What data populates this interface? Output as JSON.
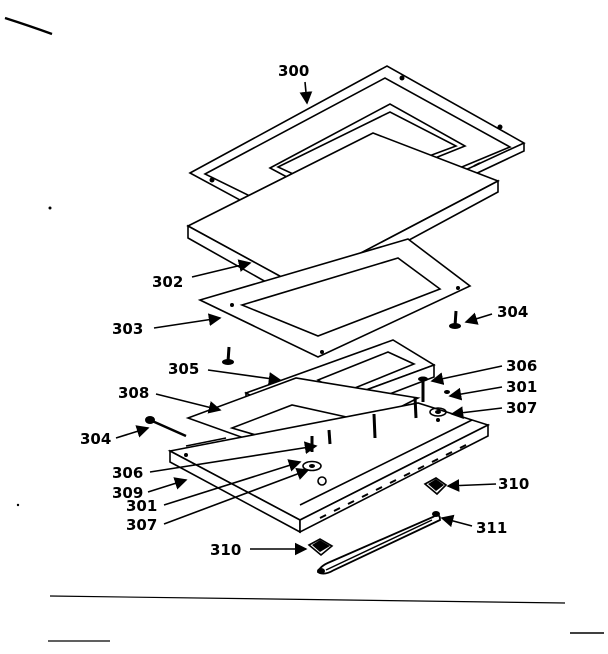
{
  "labels": {
    "door_frame": "300",
    "insulation": "302",
    "glass_panel": "303",
    "screw_right": "304",
    "screw_left": "304",
    "window_assembly": "305",
    "screw_right_306": "306",
    "washer_right_301": "301",
    "nut_right_307": "307",
    "inner_panel": "308",
    "screw_left_306": "306",
    "door_liner": "309",
    "washer_left_301": "301",
    "nut_left_307": "307",
    "handle_cap_right": "310",
    "handle_cap_left": "310",
    "handle": "311"
  }
}
